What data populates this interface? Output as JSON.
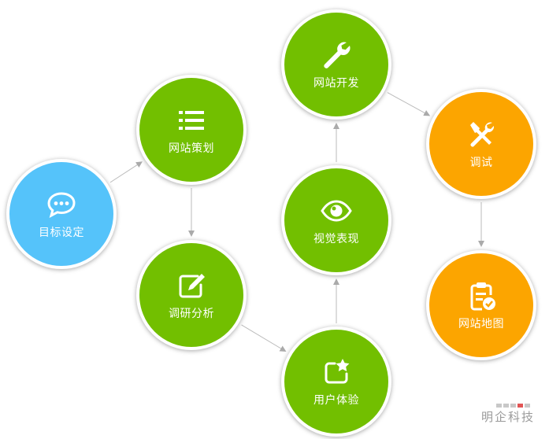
{
  "nodes": [
    {
      "id": "goal",
      "label": "目标设定",
      "icon": "chat-bubble-icon",
      "color": "#55c3fa"
    },
    {
      "id": "plan",
      "label": "网站策划",
      "icon": "list-icon",
      "color": "#72bf00"
    },
    {
      "id": "research",
      "label": "调研分析",
      "icon": "edit-icon",
      "color": "#72bf00"
    },
    {
      "id": "ux",
      "label": "用户体验",
      "icon": "star-frame-icon",
      "color": "#72bf00"
    },
    {
      "id": "visual",
      "label": "视觉表现",
      "icon": "eye-icon",
      "color": "#72bf00"
    },
    {
      "id": "dev",
      "label": "网站开发",
      "icon": "wrench-icon",
      "color": "#72bf00"
    },
    {
      "id": "debug",
      "label": "调试",
      "icon": "tools-icon",
      "color": "#fca500"
    },
    {
      "id": "sitemap",
      "label": "网站地图",
      "icon": "clipboard-check-icon",
      "color": "#fca500"
    }
  ],
  "edges": [
    [
      "goal",
      "plan"
    ],
    [
      "plan",
      "research"
    ],
    [
      "research",
      "ux"
    ],
    [
      "ux",
      "visual"
    ],
    [
      "visual",
      "dev"
    ],
    [
      "dev",
      "debug"
    ],
    [
      "debug",
      "sitemap"
    ]
  ],
  "watermark": {
    "text": "明企科技"
  }
}
